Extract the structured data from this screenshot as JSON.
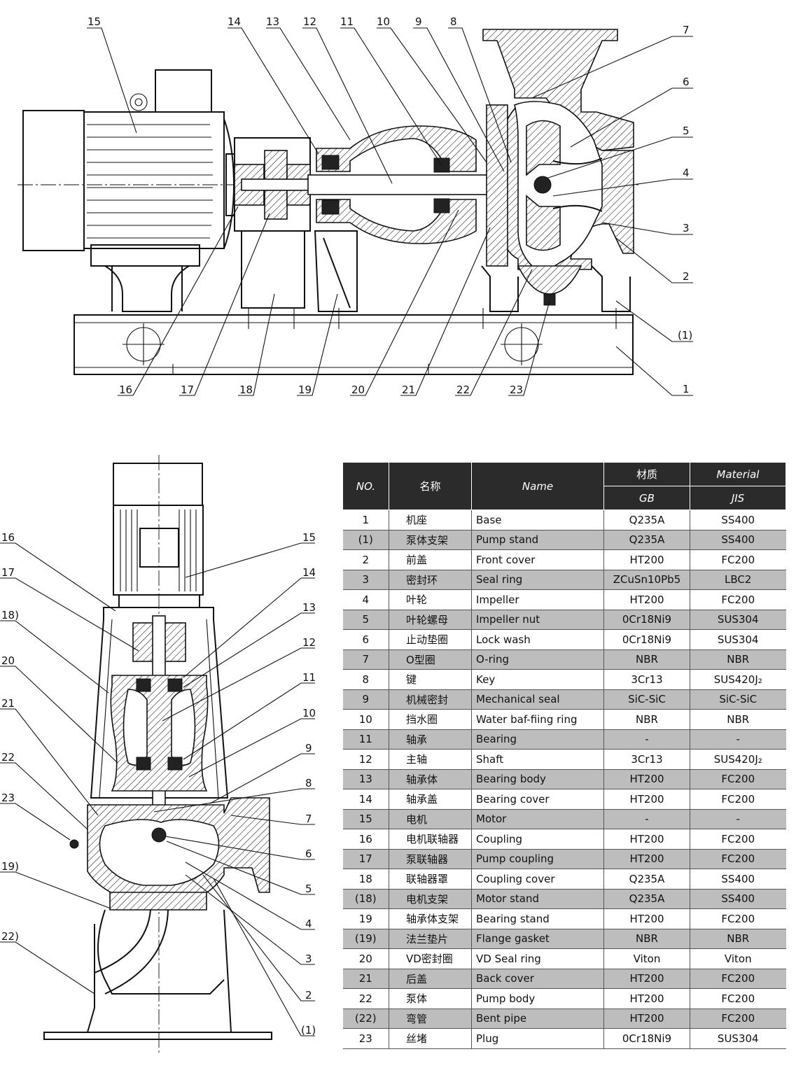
{
  "top_view_labels": {
    "top": [
      "15",
      "14",
      "13",
      "12",
      "11",
      "10",
      "9",
      "8"
    ],
    "right": [
      "7",
      "6",
      "5",
      "4",
      "3",
      "2",
      "(1)",
      "1"
    ],
    "bottom": [
      "16",
      "17",
      "18",
      "19",
      "20",
      "21",
      "22",
      "23"
    ]
  },
  "vertical_view_labels": {
    "left": [
      "16",
      "17",
      "18)",
      "20",
      "21",
      "22",
      "23",
      "19)",
      "22)"
    ],
    "right": [
      "15",
      "14",
      "13",
      "12",
      "11",
      "10",
      "9",
      "8",
      "7",
      "6",
      "5",
      "4",
      "3",
      "2",
      "(1)"
    ]
  },
  "table": {
    "headers": {
      "no": "NO.",
      "name_cn": "名称",
      "name_en": "Name",
      "material_cn": "材质",
      "material_en": "Material",
      "gb": "GB",
      "jis": "JIS"
    },
    "rows": [
      {
        "no": "1",
        "cn": "机座",
        "en": "Base",
        "gb": "Q235A",
        "jis": "SS400"
      },
      {
        "no": "(1)",
        "cn": "泵体支架",
        "en": "Pump stand",
        "gb": "Q235A",
        "jis": "SS400"
      },
      {
        "no": "2",
        "cn": "前盖",
        "en": "Front cover",
        "gb": "HT200",
        "jis": "FC200"
      },
      {
        "no": "3",
        "cn": "密封环",
        "en": "Seal ring",
        "gb": "ZCuSn10Pb5",
        "jis": "LBC2"
      },
      {
        "no": "4",
        "cn": "叶轮",
        "en": "Impeller",
        "gb": "HT200",
        "jis": "FC200"
      },
      {
        "no": "5",
        "cn": "叶轮螺母",
        "en": "Impeller nut",
        "gb": "0Cr18Ni9",
        "jis": "SUS304"
      },
      {
        "no": "6",
        "cn": "止动垫圈",
        "en": "Lock wash",
        "gb": "0Cr18Ni9",
        "jis": "SUS304"
      },
      {
        "no": "7",
        "cn": "O型圈",
        "en": "O-ring",
        "gb": "NBR",
        "jis": "NBR"
      },
      {
        "no": "8",
        "cn": "键",
        "en": "Key",
        "gb": "3Cr13",
        "jis": "SUS420J₂"
      },
      {
        "no": "9",
        "cn": "机械密封",
        "en": "Mechanical seal",
        "gb": "SiC-SiC",
        "jis": "SiC-SiC"
      },
      {
        "no": "10",
        "cn": "挡水圈",
        "en": "Water baf-fiing ring",
        "gb": "NBR",
        "jis": "NBR"
      },
      {
        "no": "11",
        "cn": "轴承",
        "en": "Bearing",
        "gb": "-",
        "jis": "-"
      },
      {
        "no": "12",
        "cn": "主轴",
        "en": "Shaft",
        "gb": "3Cr13",
        "jis": "SUS420J₂"
      },
      {
        "no": "13",
        "cn": "轴承体",
        "en": "Bearing body",
        "gb": "HT200",
        "jis": "FC200"
      },
      {
        "no": "14",
        "cn": "轴承盖",
        "en": "Bearing cover",
        "gb": "HT200",
        "jis": "FC200"
      },
      {
        "no": "15",
        "cn": "电机",
        "en": "Motor",
        "gb": "-",
        "jis": "-"
      },
      {
        "no": "16",
        "cn": "电机联轴器",
        "en": "Coupling",
        "gb": "HT200",
        "jis": "FC200"
      },
      {
        "no": "17",
        "cn": "泵联轴器",
        "en": "Pump coupling",
        "gb": "HT200",
        "jis": "FC200"
      },
      {
        "no": "18",
        "cn": "联轴器罩",
        "en": "Coupling cover",
        "gb": "Q235A",
        "jis": "SS400"
      },
      {
        "no": "(18)",
        "cn": "电机支架",
        "en": "Motor stand",
        "gb": "Q235A",
        "jis": "SS400"
      },
      {
        "no": "19",
        "cn": "轴承体支架",
        "en": "Bearing stand",
        "gb": "HT200",
        "jis": "FC200"
      },
      {
        "no": "(19)",
        "cn": "法兰垫片",
        "en": "Flange gasket",
        "gb": "NBR",
        "jis": "NBR"
      },
      {
        "no": "20",
        "cn": "VD密封圈",
        "en": "VD Seal ring",
        "gb": "Viton",
        "jis": "Viton"
      },
      {
        "no": "21",
        "cn": "后盖",
        "en": "Back cover",
        "gb": "HT200",
        "jis": "FC200"
      },
      {
        "no": "22",
        "cn": "泵体",
        "en": "Pump body",
        "gb": "HT200",
        "jis": "FC200"
      },
      {
        "no": "(22)",
        "cn": "弯管",
        "en": "Bent pipe",
        "gb": "HT200",
        "jis": "FC200"
      },
      {
        "no": "23",
        "cn": "丝堵",
        "en": "Plug",
        "gb": "0Cr18Ni9",
        "jis": "SUS304"
      }
    ]
  }
}
